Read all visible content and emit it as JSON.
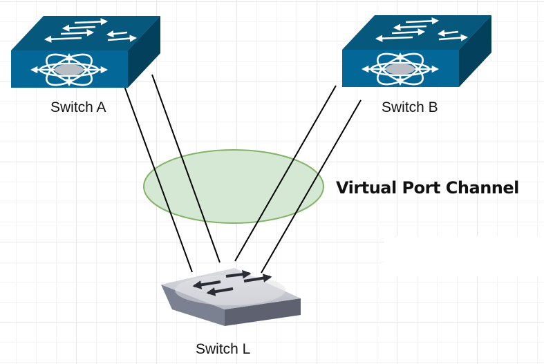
{
  "nodes": {
    "switch_a": {
      "label": "Switch A",
      "icon": "core-switch-icon"
    },
    "switch_b": {
      "label": "Switch B",
      "icon": "core-switch-icon"
    },
    "switch_l": {
      "label": "Switch L",
      "icon": "access-switch-icon"
    }
  },
  "group": {
    "label": "Virtual Port Channel",
    "fill": "#d5e8d4",
    "stroke": "#82b366"
  },
  "colors": {
    "core_front": "#036897",
    "core_top": "#06587c",
    "core_side": "#03405c",
    "access_front": "#7c8192",
    "access_top": "#c7c9d0",
    "link": "#000000"
  }
}
